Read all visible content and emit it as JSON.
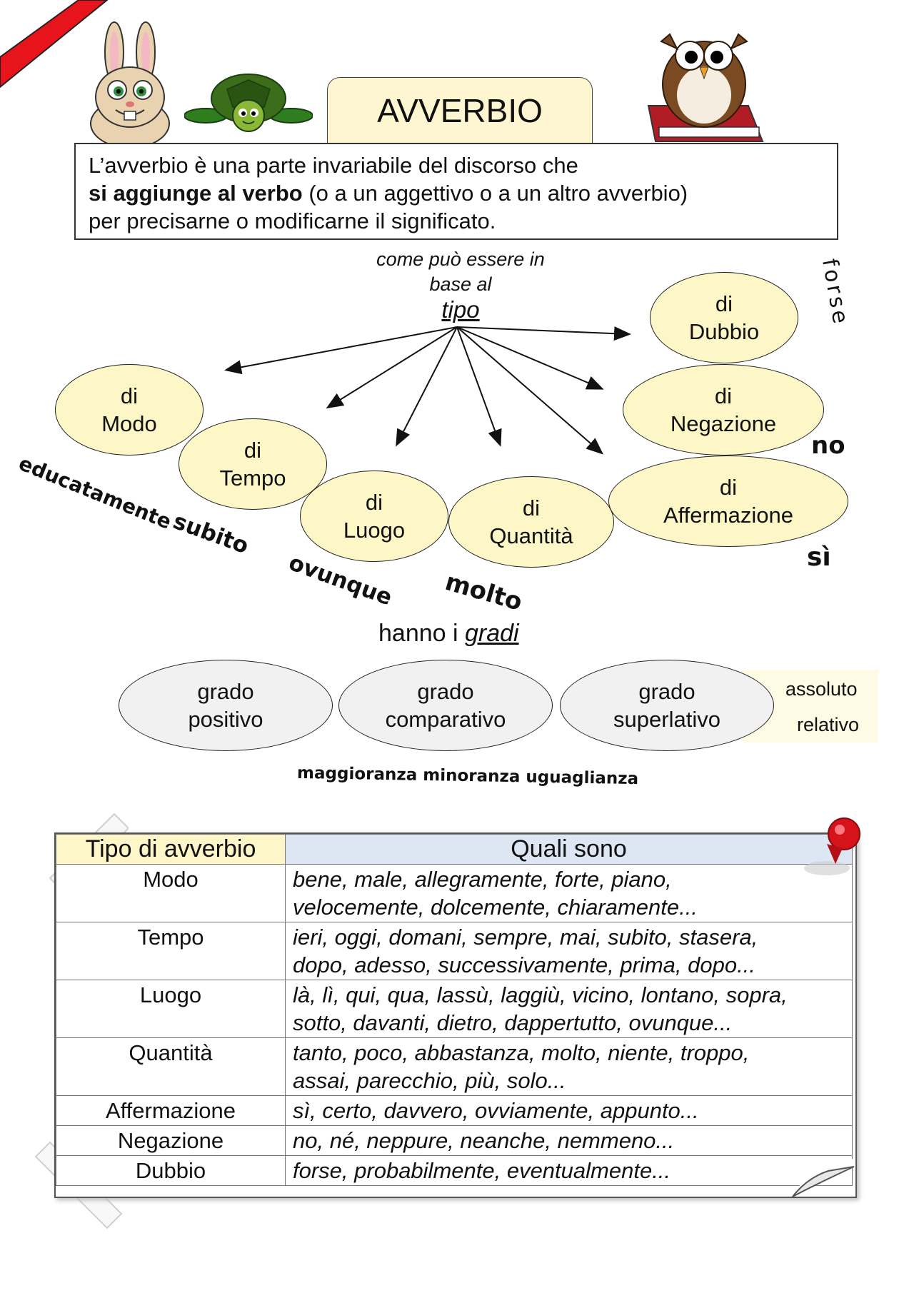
{
  "title": "AVVERBIO",
  "definition": {
    "line1": "L’avverbio è una parte invariabile del discorso che",
    "line2_bold": "si aggiunge al verbo",
    "line2_rest": " (o a un aggettivo o a un altro avverbio)",
    "line3": "per precisarne o modificarne il significato."
  },
  "tipo_caption": {
    "line1": "come può essere in",
    "line2": "base al",
    "keyword": "tipo"
  },
  "types": [
    {
      "di": "di",
      "name": "Modo",
      "example": "educatamente"
    },
    {
      "di": "di",
      "name": "Tempo",
      "example": "subito"
    },
    {
      "di": "di",
      "name": "Luogo",
      "example": "ovunque"
    },
    {
      "di": "di",
      "name": "Quantità",
      "example": "molto"
    },
    {
      "di": "di",
      "name": "Dubbio",
      "example": "forse"
    },
    {
      "di": "di",
      "name": "Negazione",
      "example": "no"
    },
    {
      "di": "di",
      "name": "Affermazione",
      "example": "sì"
    }
  ],
  "gradi_caption": {
    "prefix": "hanno i ",
    "keyword": "gradi"
  },
  "grades": [
    {
      "line1": "grado",
      "line2": "positivo"
    },
    {
      "line1": "grado",
      "line2": "comparativo"
    },
    {
      "line1": "grado",
      "line2": "superlativo"
    }
  ],
  "superlativo_kinds": [
    "assoluto",
    "relativo"
  ],
  "comparativo_kinds": "maggioranza minoranza uguaglianza",
  "table": {
    "headers": [
      "Tipo di avverbio",
      "Quali sono"
    ],
    "rows": [
      {
        "tipo": "Modo",
        "words1": "bene, male, allegramente, forte, piano,",
        "words2": "velocemente, dolcemente, chiaramente..."
      },
      {
        "tipo": "Tempo",
        "words1": "ieri, oggi, domani, sempre, mai, subito, stasera,",
        "words2": "dopo,  adesso, successivamente, prima, dopo..."
      },
      {
        "tipo": "Luogo",
        "words1": "là, lì, qui, qua, lassù, laggiù, vicino, lontano, sopra,",
        "words2": "sotto, davanti, dietro, dappertutto, ovunque..."
      },
      {
        "tipo": "Quantità",
        "words1": "tanto, poco, abbastanza, molto, niente, troppo,",
        "words2": "assai, parecchio, più, solo..."
      },
      {
        "tipo": "Affermazione",
        "words1": "sì, certo, davvero, ovviamente, appunto...",
        "words2": ""
      },
      {
        "tipo": "Negazione",
        "words1": "no, né, neppure, neanche, nemmeno...",
        "words2": ""
      },
      {
        "tipo": "Dubbio",
        "words1": "forse, probabilmente, eventualmente...",
        "words2": ""
      }
    ]
  },
  "icons": [
    "rabbit-icon",
    "turtle-icon",
    "owl-icon",
    "pushpin-icon"
  ],
  "colors": {
    "ellipse_fill": "#fdf7c7",
    "grade_fill": "#f1f1f1",
    "header_left": "#fdf6c8",
    "header_right": "#dde7f3",
    "corner_red": "#e8141b"
  }
}
